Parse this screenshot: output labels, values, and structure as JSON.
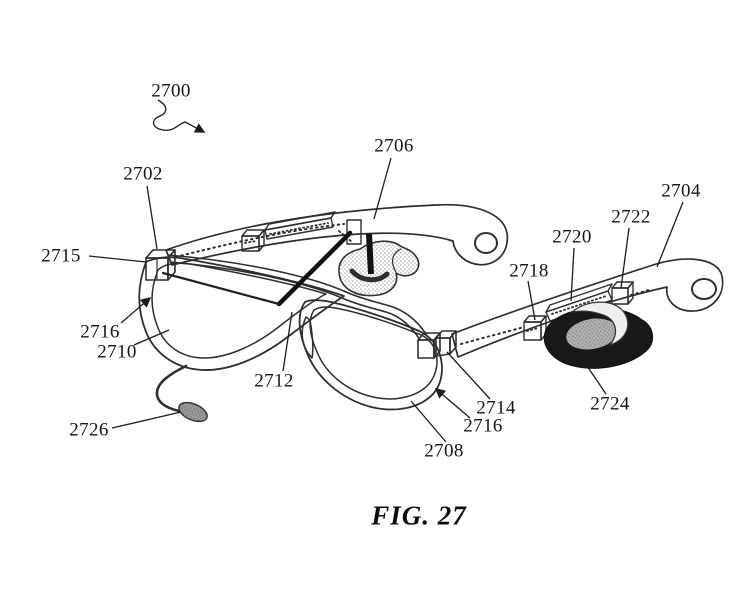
{
  "figure": {
    "caption": "FIG. 27"
  },
  "labels": {
    "l2700": "2700",
    "l2702": "2702",
    "l2704": "2704",
    "l2706": "2706",
    "l2708": "2708",
    "l2710": "2710",
    "l2712": "2712",
    "l2714": "2714",
    "l2715": "2715",
    "l2716_left": "2716",
    "l2716_right": "2716",
    "l2718": "2718",
    "l2720": "2720",
    "l2722": "2722",
    "l2724": "2724",
    "l2726": "2726"
  },
  "colors": {
    "background": "#ffffff",
    "line_ink": "#2e2e2e",
    "cable_black": "#111111",
    "speaker_dark": "#191919",
    "speaker_light": "#cfcfcf"
  }
}
